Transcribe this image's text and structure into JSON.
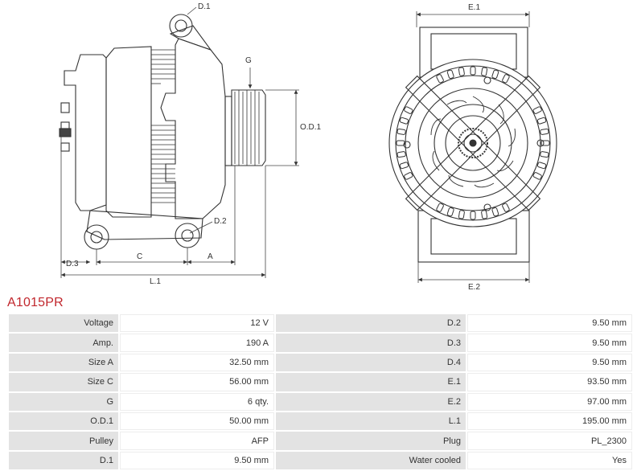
{
  "part_code": "A1015PR",
  "drawing": {
    "side_labels": {
      "d1": "D.1",
      "d2": "D.2",
      "d3": "D.3",
      "g": "G",
      "od1": "O.D.1",
      "c": "C",
      "a": "A",
      "l1": "L.1"
    },
    "front_labels": {
      "e1": "E.1",
      "e2": "E.2"
    }
  },
  "specs": {
    "rows": [
      {
        "left_label": "Voltage",
        "left_value": "12 V",
        "right_label": "D.2",
        "right_value": "9.50 mm"
      },
      {
        "left_label": "Amp.",
        "left_value": "190 A",
        "right_label": "D.3",
        "right_value": "9.50 mm"
      },
      {
        "left_label": "Size A",
        "left_value": "32.50 mm",
        "right_label": "D.4",
        "right_value": "9.50 mm"
      },
      {
        "left_label": "Size C",
        "left_value": "56.00 mm",
        "right_label": "E.1",
        "right_value": "93.50 mm"
      },
      {
        "left_label": "G",
        "left_value": "6 qty.",
        "right_label": "E.2",
        "right_value": "97.00 mm"
      },
      {
        "left_label": "O.D.1",
        "left_value": "50.00 mm",
        "right_label": "L.1",
        "right_value": "195.00 mm"
      },
      {
        "left_label": "Pulley",
        "left_value": "AFP",
        "right_label": "Plug",
        "right_value": "PL_2300"
      },
      {
        "left_label": "D.1",
        "left_value": "9.50 mm",
        "right_label": "Water cooled",
        "right_value": "Yes"
      }
    ]
  }
}
